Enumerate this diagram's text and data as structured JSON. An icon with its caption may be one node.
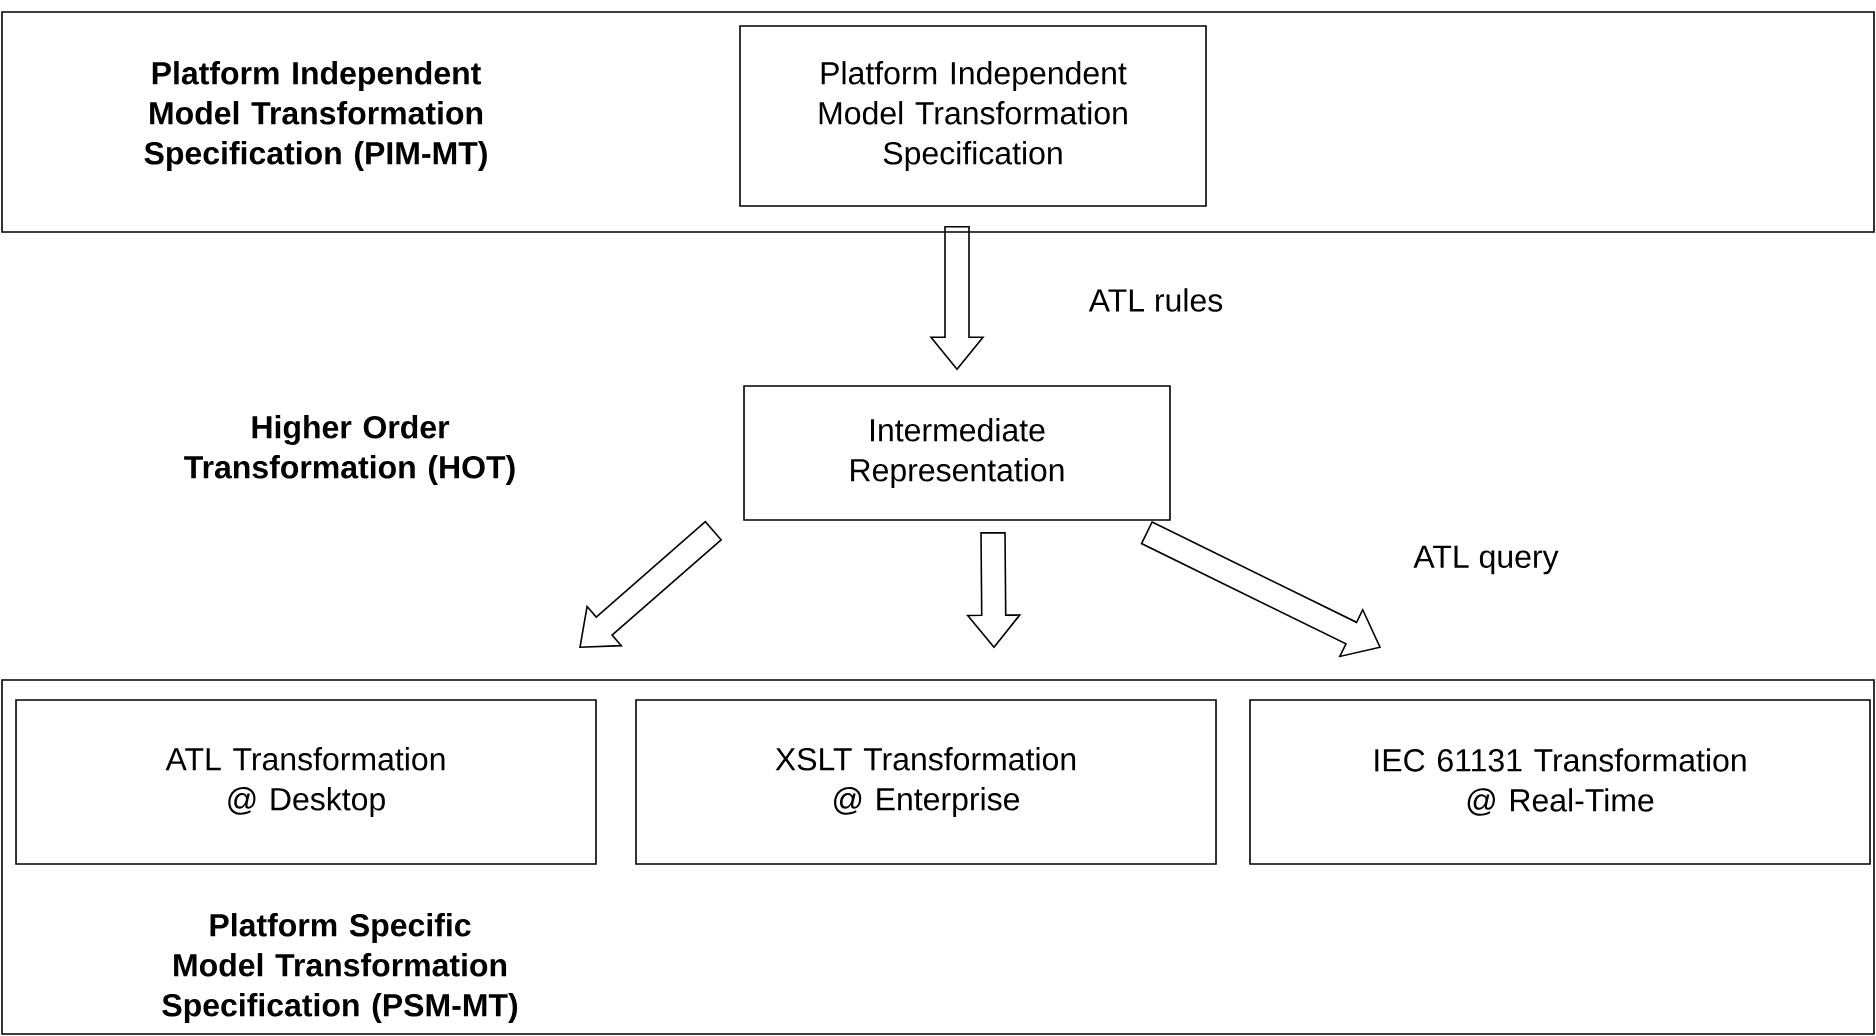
{
  "diagram": {
    "nodes": [
      {
        "text": [
          "Platform Independent Model Transformation Specification (PIM-MT)"
        ]
      },
      {
        "text": [
          "Platform Independent Model Transformation Specification"
        ],
        "in": 0
      },
      {
        "text": [
          "Intermediate Representation"
        ]
      },
      {
        "text": [
          "Platform Specific Model Transformation Specification (PSM-MT)"
        ]
      },
      {
        "text": [
          "ATL Transformation @ Desktop"
        ],
        "in": 3
      },
      {
        "text": [
          "XSLT Transformation @ Enterprise"
        ],
        "in": 3
      },
      {
        "text": [
          "IEC 61131 Transformation @ Real-Time"
        ],
        "in": 3
      }
    ],
    "edges": [
      {
        "from": 1,
        "to": 2,
        "arrow": "to",
        "label": "ATL rules"
      },
      {
        "from": 2,
        "to": 4,
        "arrow": "to"
      },
      {
        "from": 2,
        "to": 5,
        "arrow": "to"
      },
      {
        "from": 2,
        "to": 6,
        "arrow": "to",
        "label": "ATL query"
      }
    ],
    "labels": [
      "Higher Order Transformation (HOT)"
    ]
  }
}
